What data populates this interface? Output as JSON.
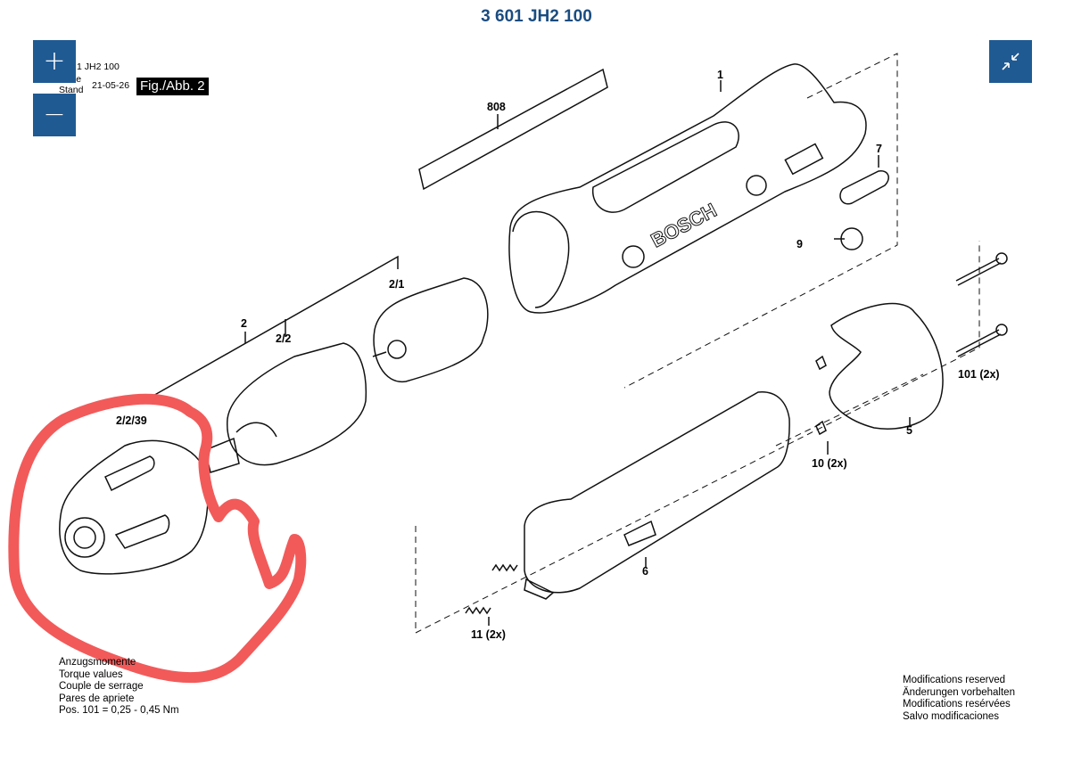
{
  "document": {
    "title": "3 601 JH2 100",
    "header": {
      "line1": "1 JH2 100",
      "line2": "Issue",
      "line3": "Stand",
      "date": "21-05-26",
      "figure": "Fig./Abb. 2"
    }
  },
  "controls": {
    "zoom_in_icon": "plus-icon",
    "zoom_out_icon": "minus-icon",
    "fit_icon": "collapse-arrows-icon",
    "accent_color": "#1f5a93"
  },
  "parts": [
    {
      "id": "p808",
      "label": "808"
    },
    {
      "id": "p1",
      "label": "1"
    },
    {
      "id": "p7",
      "label": "7"
    },
    {
      "id": "p9",
      "label": "9"
    },
    {
      "id": "p2",
      "label": "2"
    },
    {
      "id": "p21",
      "label": "2/1"
    },
    {
      "id": "p22",
      "label": "2/2"
    },
    {
      "id": "p2239",
      "label": "2/2/39"
    },
    {
      "id": "p101",
      "label": "101 (2x)"
    },
    {
      "id": "p5",
      "label": "5"
    },
    {
      "id": "p10",
      "label": "10 (2x)"
    },
    {
      "id": "p6",
      "label": "6"
    },
    {
      "id": "p11",
      "label": "11 (2x)"
    }
  ],
  "torque_notes": {
    "line1": "Anzugsmomente",
    "line2": "Torque values",
    "line3": "Couple de serrage",
    "line4": "Pares de apriete",
    "line5": "Pos. 101  = 0,25 - 0,45 Nm"
  },
  "modifications": {
    "line1": "Modifications reserved",
    "line2": "Änderungen vorbehalten",
    "line3": "Modifications resérvées",
    "line4": "Salvo modificaciones"
  },
  "housing_brand": "BOSCH",
  "annotation": {
    "type": "hand-drawn-circle",
    "color": "#f25a5a"
  }
}
